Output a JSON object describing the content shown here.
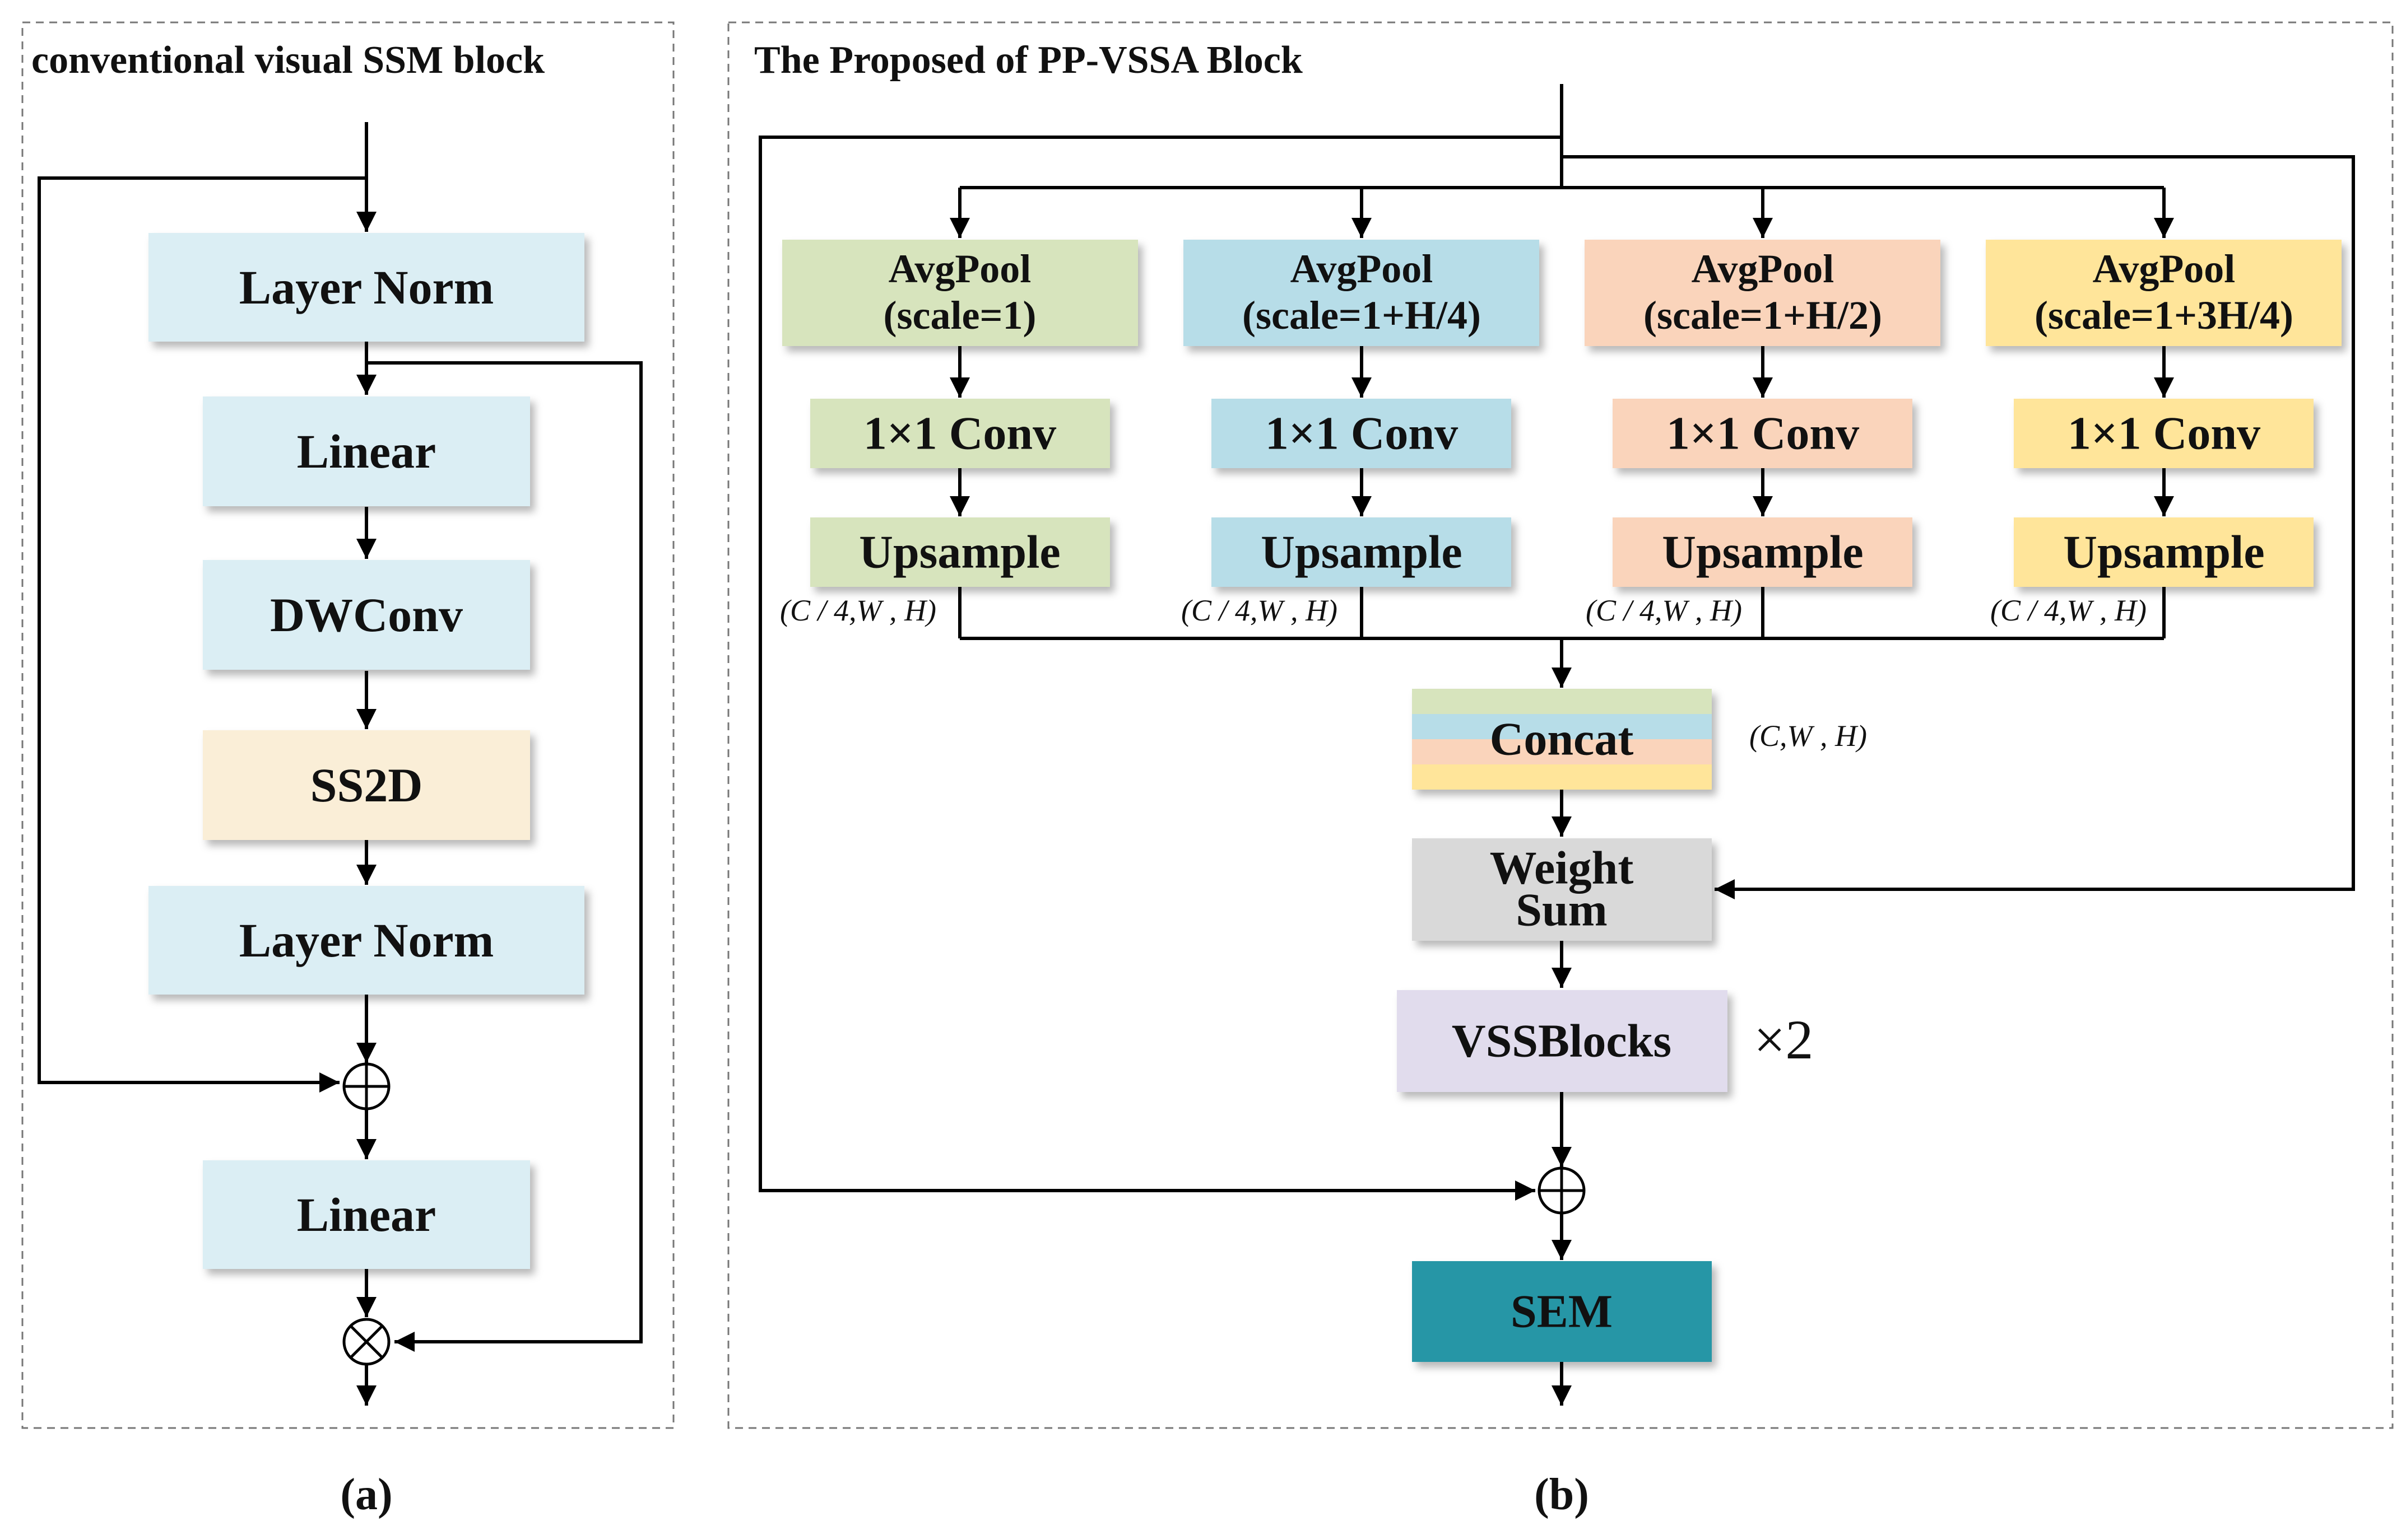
{
  "panel_a": {
    "title": "conventional visual SSM block",
    "caption": "(a)",
    "blocks": {
      "layer_norm_1": "Layer Norm",
      "linear_1": "Linear",
      "dwconv": "DWConv",
      "ss2d": "SS2D",
      "layer_norm_2": "Layer Norm",
      "linear_2": "Linear"
    }
  },
  "panel_b": {
    "title": "The Proposed of PP-VSSA Block",
    "caption": "(b)",
    "branches": [
      {
        "pool_line1": "AvgPool",
        "pool_line2": "(scale=1)",
        "conv": "1×1 Conv",
        "upsample": "Upsample",
        "shape": "(C / 4,W , H)",
        "color": "#d7e4bd"
      },
      {
        "pool_line1": "AvgPool",
        "pool_line2": "(scale=1+H/4)",
        "conv": "1×1 Conv",
        "upsample": "Upsample",
        "shape": "(C / 4,W , H)",
        "color": "#b7dde8"
      },
      {
        "pool_line1": "AvgPool",
        "pool_line2": "(scale=1+H/2)",
        "conv": "1×1 Conv",
        "upsample": "Upsample",
        "shape": "(C / 4,W , H)",
        "color": "#fad4bb"
      },
      {
        "pool_line1": "AvgPool",
        "pool_line2": "(scale=1+3H/4)",
        "conv": "1×1 Conv",
        "upsample": "Upsample",
        "shape": "(C / 4,W , H)",
        "color": "#ffe59a"
      }
    ],
    "concat": "Concat",
    "concat_shape": "(C,W , H)",
    "weight_sum_line1": "Weight",
    "weight_sum_line2": "Sum",
    "vss_blocks": "VSSBlocks",
    "repeat": "×2",
    "sem": "SEM"
  },
  "colors": {
    "light_blue": "#dbeef4",
    "ss2d": "#faeed7",
    "weight_sum": "#d9d9d9",
    "vss_blocks": "#e1dced",
    "sem": "#2596a6"
  }
}
